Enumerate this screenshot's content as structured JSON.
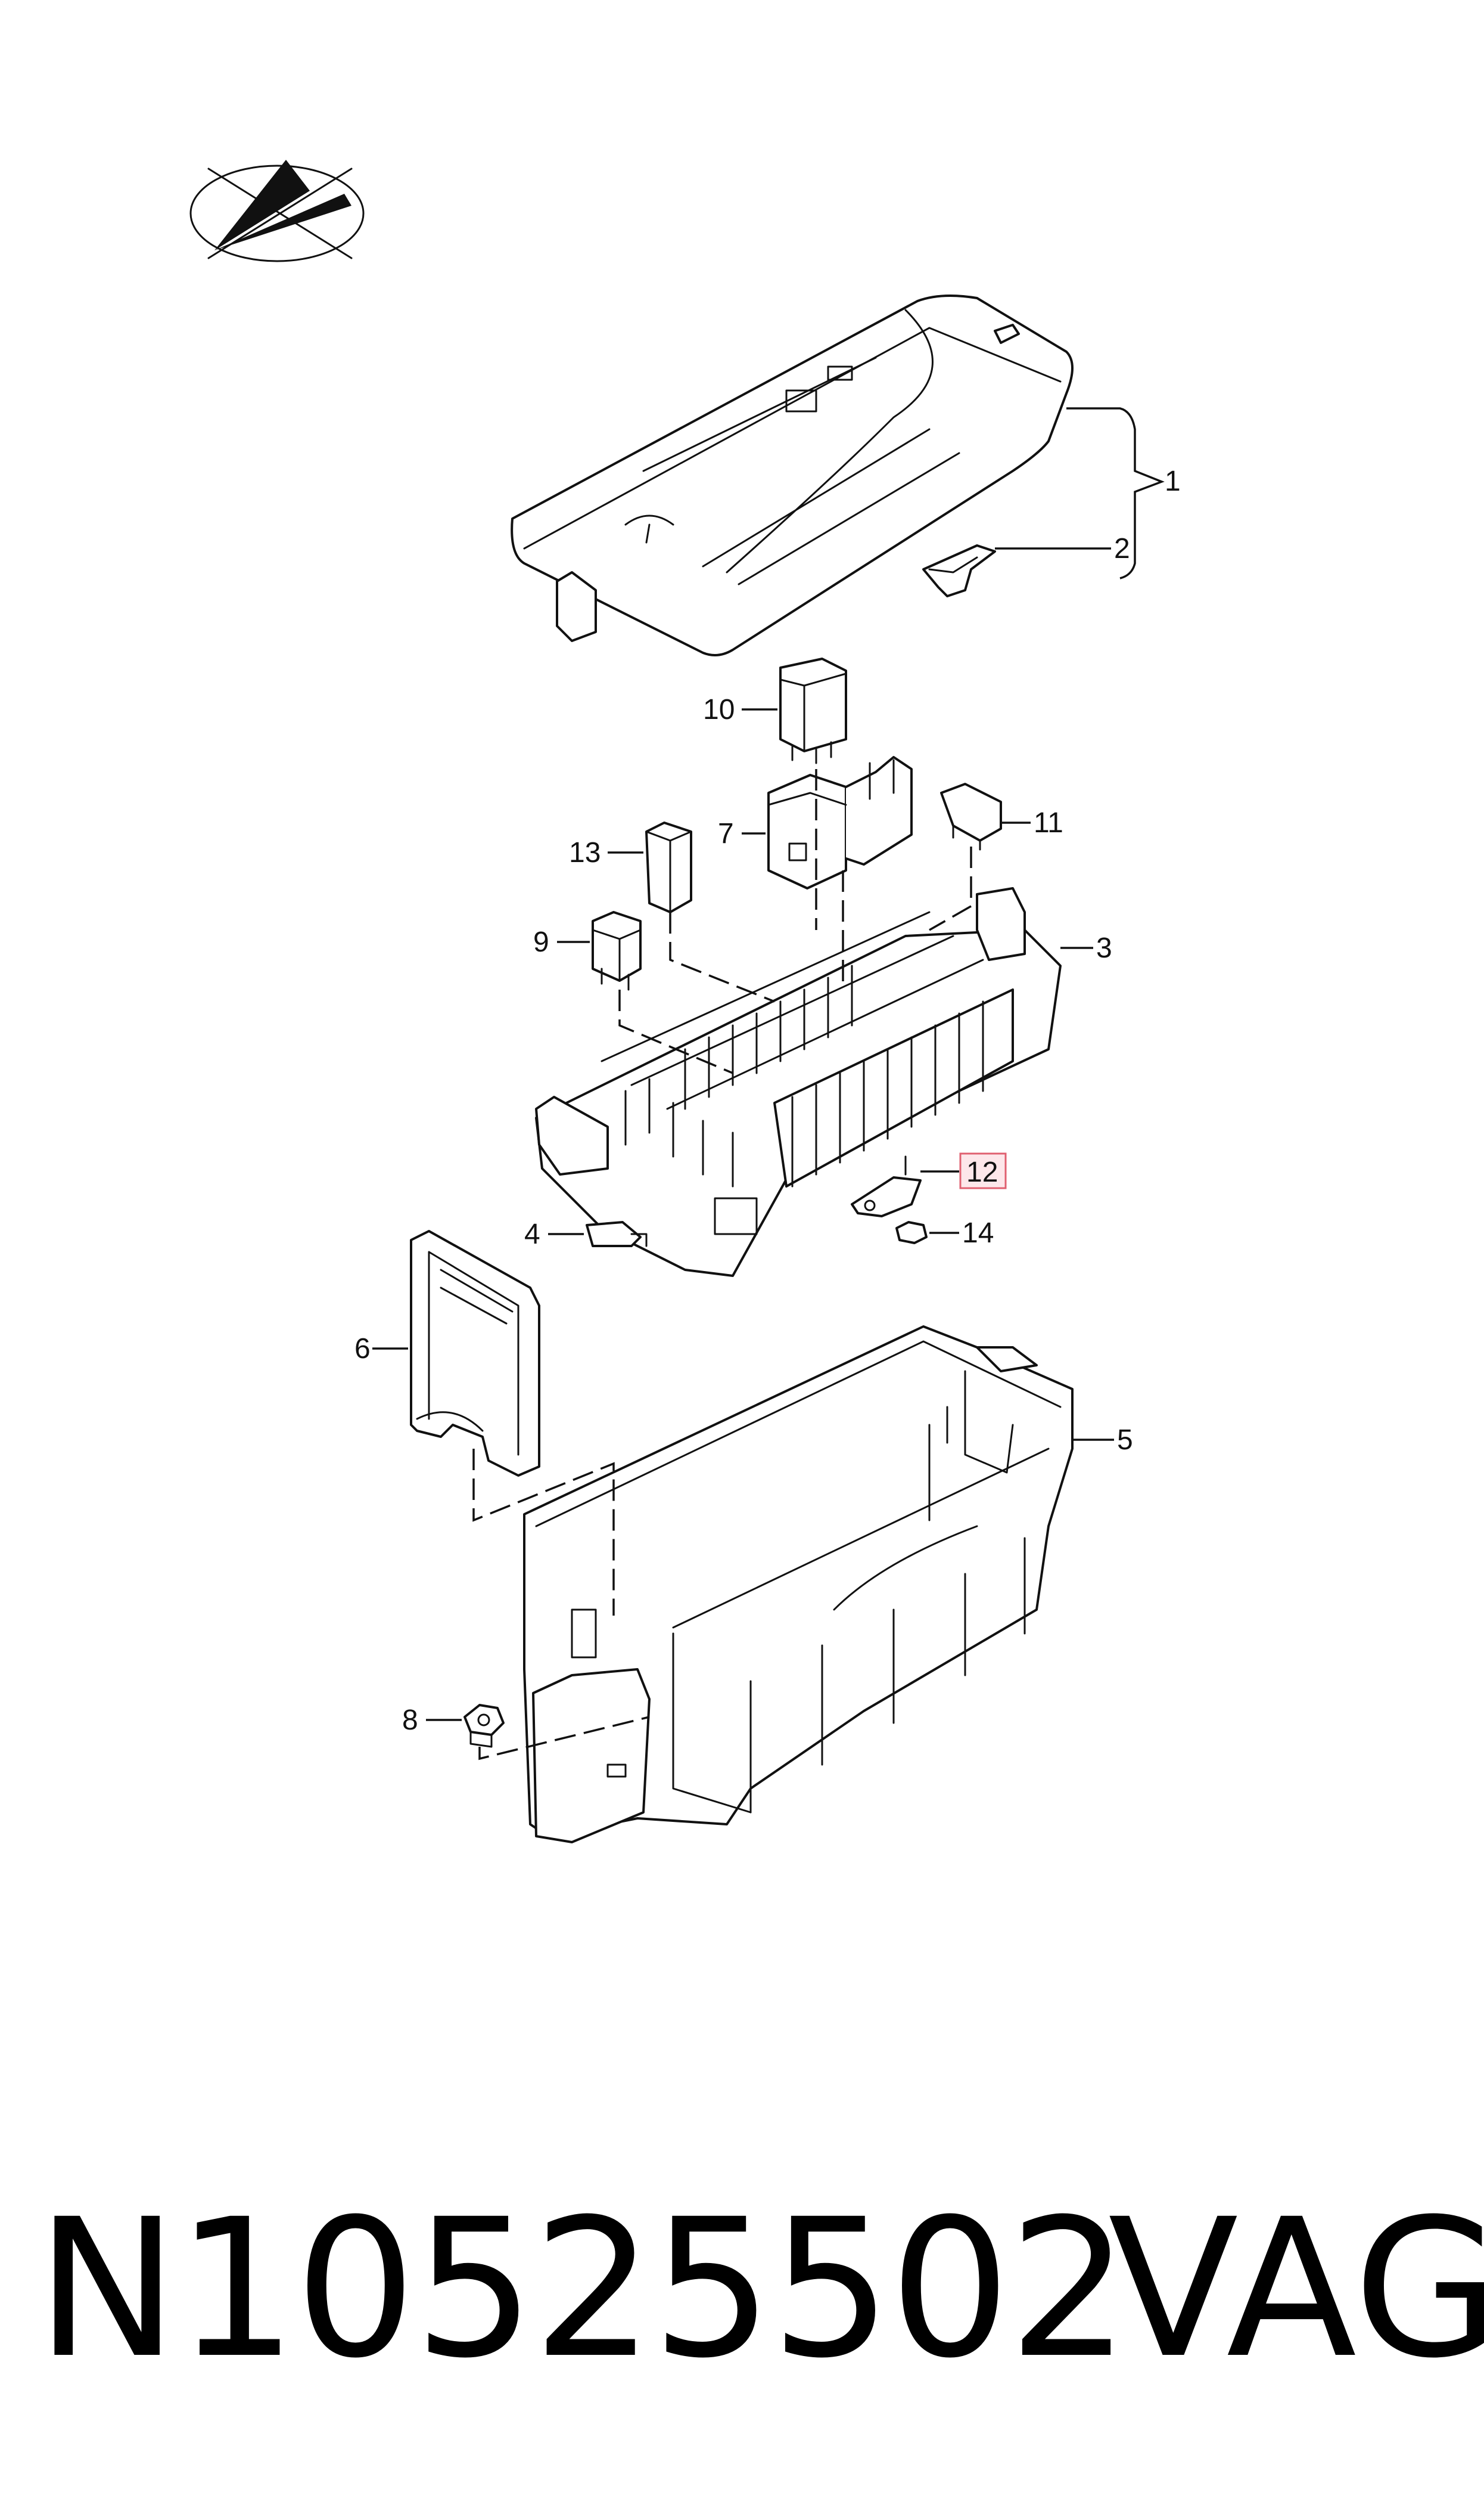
{
  "callouts": [
    {
      "id": "1",
      "label": "1"
    },
    {
      "id": "2",
      "label": "2"
    },
    {
      "id": "3",
      "label": "3"
    },
    {
      "id": "4",
      "label": "4"
    },
    {
      "id": "5",
      "label": "5"
    },
    {
      "id": "6",
      "label": "6"
    },
    {
      "id": "7",
      "label": "7"
    },
    {
      "id": "8",
      "label": "8"
    },
    {
      "id": "9",
      "label": "9"
    },
    {
      "id": "10",
      "label": "10"
    },
    {
      "id": "11",
      "label": "11"
    },
    {
      "id": "12",
      "label": "12",
      "highlighted": true
    },
    {
      "id": "13",
      "label": "13"
    },
    {
      "id": "14",
      "label": "14"
    }
  ],
  "footer": {
    "part_number": "N10525502",
    "brand": "VAG"
  },
  "colors": {
    "ink": "#111111",
    "highlight_fill": "#fde7ea",
    "highlight_stroke": "#e06070"
  },
  "icons": [
    "compass-logo-icon"
  ]
}
